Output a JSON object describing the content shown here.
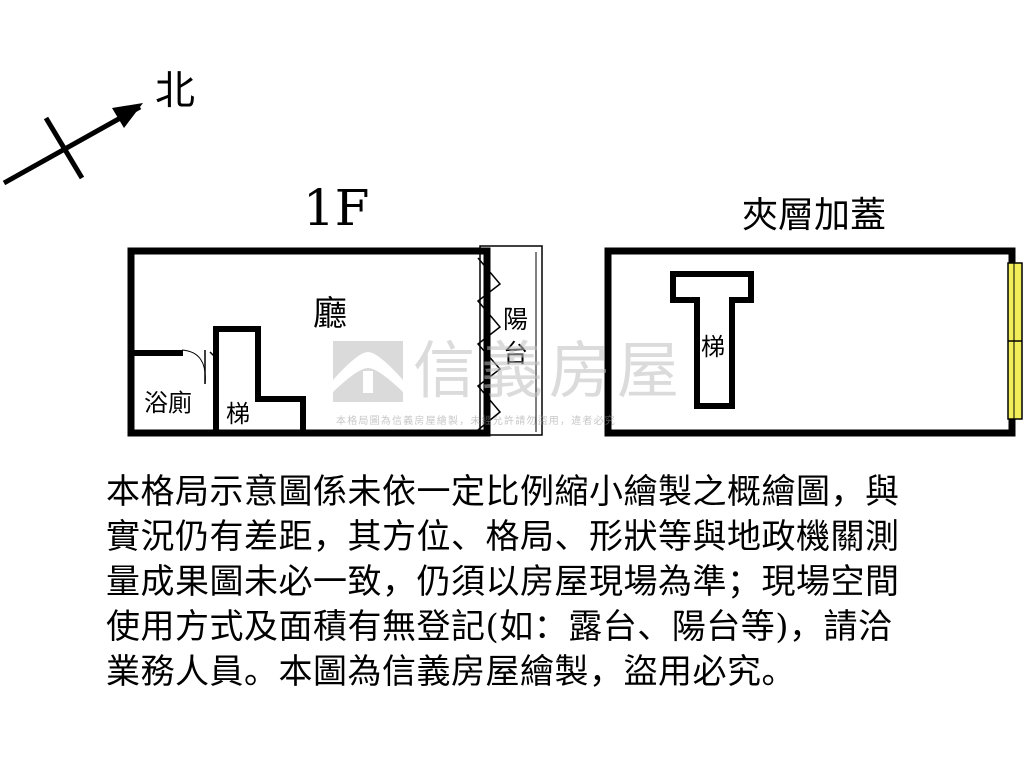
{
  "compass": {
    "label": "北"
  },
  "floor_1f": {
    "title": "1F",
    "rooms": {
      "hall": "廳",
      "balcony_1": "陽",
      "balcony_2": "台",
      "bathroom": "浴廁",
      "stairs": "梯"
    }
  },
  "mezzanine": {
    "title": "夾層加蓋",
    "rooms": {
      "stairs": "梯"
    }
  },
  "watermark": {
    "brand": "信義房屋",
    "notice": "本格局圖為信義房屋繪製，未經允許請勿盜用，違者必究"
  },
  "disclaimer": {
    "lines": [
      "本格局示意圖係未依一定比例縮小繪製之概繪圖，與",
      "實況仍有差距，其方位、格局、形狀等與地政機關測",
      "量成果圖未必一致，仍須以房屋現場為準；現場空間",
      "使用方式及面積有無登記(如：露台、陽台等)，請洽",
      "業務人員。本圖為信義房屋繪製，盜用必究。"
    ]
  },
  "colors": {
    "wall": "#000000",
    "window": "#f2ee5a",
    "watermark": "#c9c9c9"
  }
}
